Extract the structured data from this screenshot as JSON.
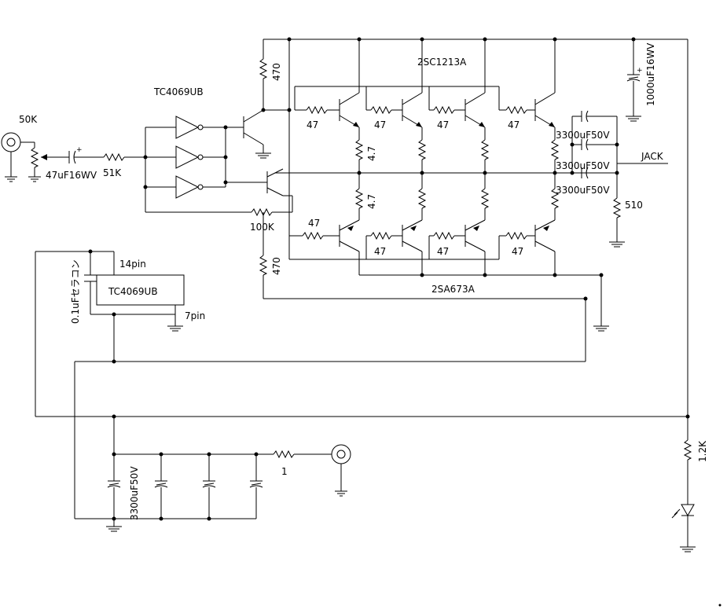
{
  "labels": {
    "ic_top": "TC4069UB",
    "ic_box": "TC4069UB",
    "pot": "50K",
    "cap_in": "47uF16WV",
    "r_in": "51K",
    "r_top470": "470",
    "r_bot470": "470",
    "npn_part": "2SC1213A",
    "pnp_part": "2SA673A",
    "r47_1": "47",
    "r47_2": "47",
    "r47_3": "47",
    "r47_4": "47",
    "r47_5": "47",
    "r47_6": "47",
    "r47_7": "47",
    "r47_8": "47",
    "r47a": "4.7",
    "r47b": "4.7",
    "r_fb": "100K",
    "cap_big": "1000uF16WV",
    "cap_out1": "3300uF50V",
    "cap_out2": "3300uF50V",
    "cap_out3": "3300uF50V",
    "jack": "JACK",
    "r510": "510",
    "pin14": "14pin",
    "pin7": "7pin",
    "cap_ceramic": "0.1uFセラコン",
    "cap_supply": "3300uF50V",
    "r1": "1",
    "r12k": "1.2K"
  }
}
